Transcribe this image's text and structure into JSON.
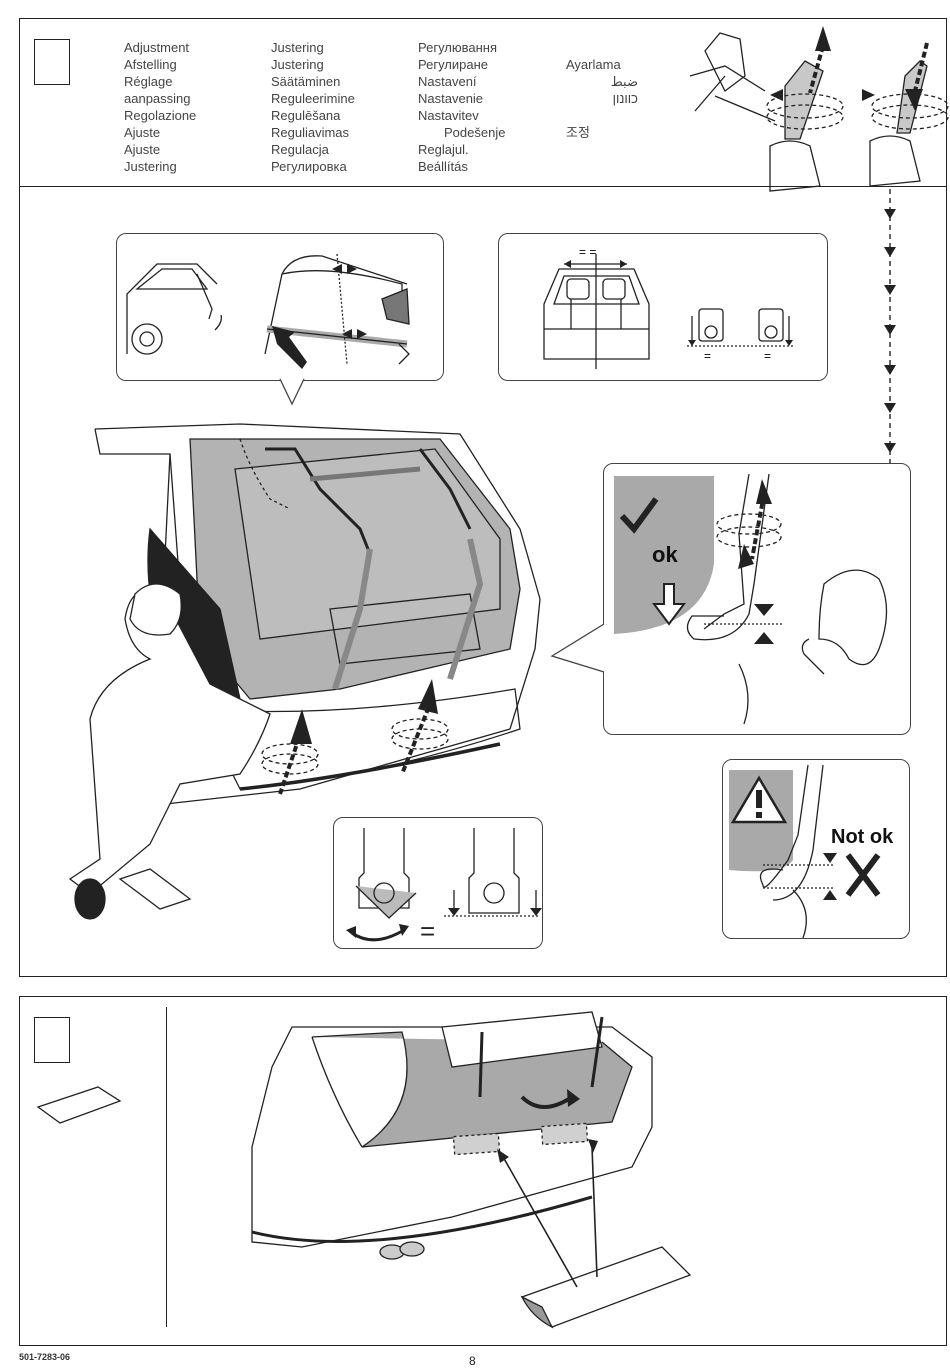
{
  "step1": {
    "title_translations": {
      "col1": [
        "Adjustment",
        "Afstelling",
        "Réglage",
        "aanpassing",
        "Regolazione",
        "Ajuste",
        "Ajuste",
        "Justering"
      ],
      "col2": [
        "Justering",
        "Justering",
        "Säätäminen",
        "Reguleerimine",
        "Regulēšana",
        "Reguliavimas",
        "Regulacja",
        "Регулировка"
      ],
      "col3": [
        "Регулювання",
        "Регулиране",
        "Nastavení",
        "Nastavenie",
        "Nastavitev",
        "Podešenje",
        "Reglajul.",
        "Beállítás"
      ],
      "col4_turkish": "Ayarlama",
      "col4_arabic": "ضبط",
      "col4_hebrew": "כוונון",
      "col4_korean": "조정"
    },
    "ok_label": "ok",
    "not_ok_label": "Not ok",
    "equal_sign": "=",
    "equal_sign_2": "="
  },
  "footer": {
    "doc_code": "501-7283-06",
    "page_number": "8"
  },
  "colors": {
    "line": "#222222",
    "gray_fill": "#a9a9a9",
    "light_gray": "#d9d9d9"
  }
}
